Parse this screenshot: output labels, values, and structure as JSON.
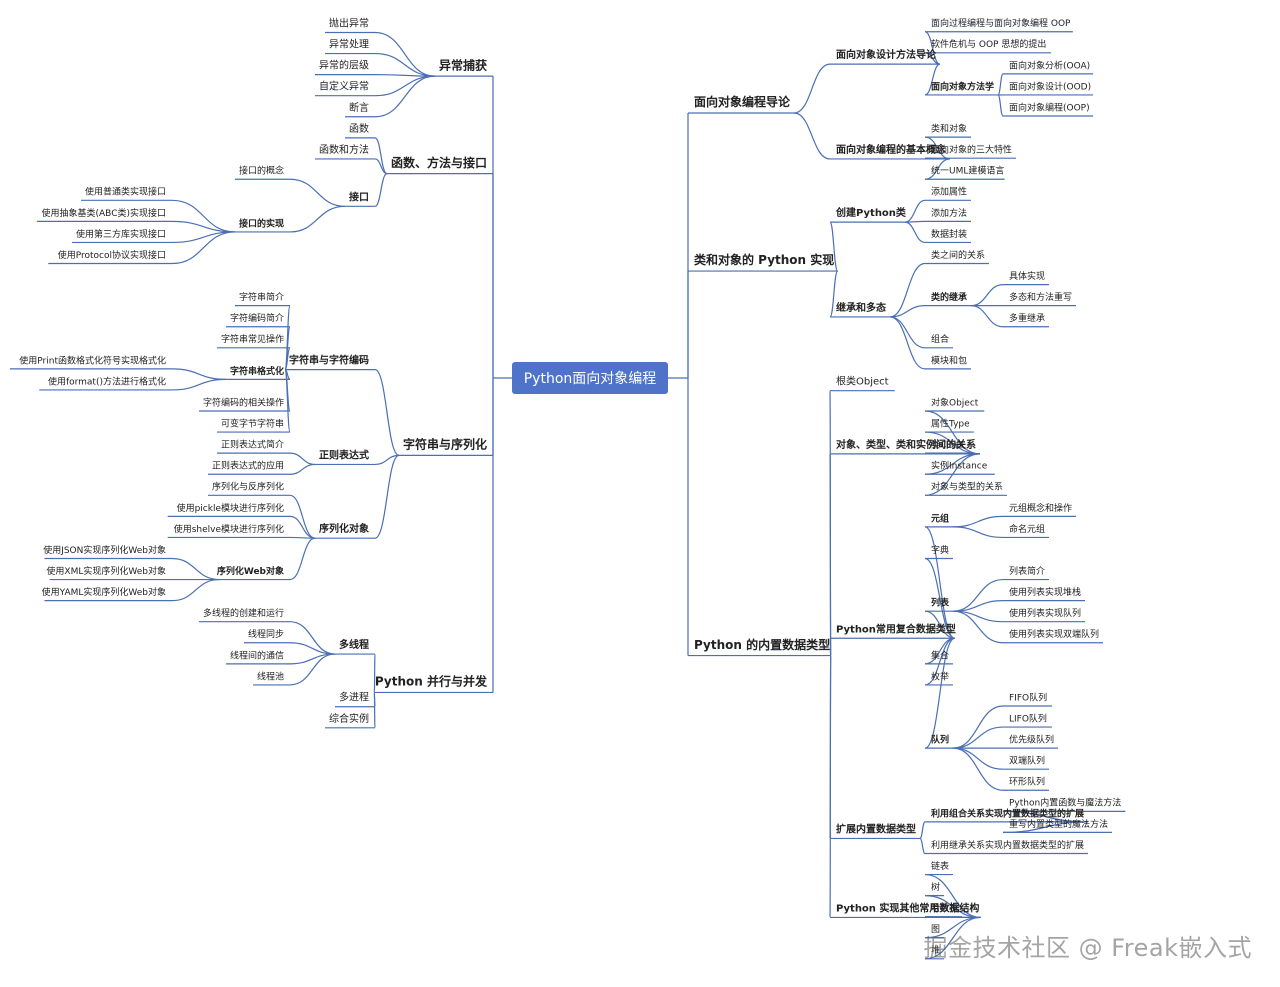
{
  "root": {
    "label": "Python面向对象编程"
  },
  "colors": {
    "root_fill": "#4e73c8",
    "link": "#4a6fb3",
    "text": "#333333"
  },
  "left": [
    {
      "label": "异常捕获",
      "children": [
        {
          "label": "抛出异常"
        },
        {
          "label": "异常处理"
        },
        {
          "label": "异常的层级"
        },
        {
          "label": "自定义异常"
        },
        {
          "label": "断言"
        }
      ]
    },
    {
      "label": "函数、方法与接口",
      "children": [
        {
          "label": "函数"
        },
        {
          "label": "函数和方法"
        },
        {
          "label": "接口",
          "children": [
            {
              "label": "接口的概念"
            },
            {
              "label": "接口的实现",
              "children": [
                {
                  "label": "使用普通类实现接口"
                },
                {
                  "label": "使用抽象基类(ABC类)实现接口"
                },
                {
                  "label": "使用第三方库实现接口"
                },
                {
                  "label": "使用Protocol协议实现接口"
                }
              ]
            }
          ]
        }
      ]
    },
    {
      "label": "字符串与序列化",
      "children": [
        {
          "label": "字符串与字符编码",
          "children": [
            {
              "label": "字符串简介"
            },
            {
              "label": "字符编码简介"
            },
            {
              "label": "字符串常见操作"
            },
            {
              "label": "字符串格式化",
              "children": [
                {
                  "label": "使用Print函数格式化符号实现格式化"
                },
                {
                  "label": "使用format()方法进行格式化"
                }
              ]
            },
            {
              "label": "字符编码的相关操作"
            },
            {
              "label": "可变字节字符串"
            }
          ]
        },
        {
          "label": "正则表达式",
          "children": [
            {
              "label": "正则表达式简介"
            },
            {
              "label": "正则表达式的应用"
            }
          ]
        },
        {
          "label": "序列化对象",
          "children": [
            {
              "label": "序列化与反序列化"
            },
            {
              "label": "使用pickle模块进行序列化"
            },
            {
              "label": "使用shelve模块进行序列化"
            },
            {
              "label": "序列化Web对象",
              "children": [
                {
                  "label": "使用JSON实现序列化Web对象"
                },
                {
                  "label": "使用XML实现序列化Web对象"
                },
                {
                  "label": "使用YAML实现序列化Web对象"
                }
              ]
            }
          ]
        }
      ]
    },
    {
      "label": "Python 并行与并发",
      "children": [
        {
          "label": "多线程",
          "children": [
            {
              "label": "多线程的创建和运行"
            },
            {
              "label": "线程同步"
            },
            {
              "label": "线程间的通信"
            },
            {
              "label": "线程池"
            }
          ]
        },
        {
          "label": "多进程"
        },
        {
          "label": "综合实例"
        }
      ]
    }
  ],
  "right": [
    {
      "label": "面向对象编程导论",
      "children": [
        {
          "label": "面向对象设计方法导论",
          "children": [
            {
              "label": "面向过程编程与面向对象编程 OOP"
            },
            {
              "label": "软件危机与 OOP 思想的提出"
            },
            {
              "label": "面向对象方法学",
              "children": [
                {
                  "label": "面向对象分析(OOA)"
                },
                {
                  "label": "面向对象设计(OOD)"
                },
                {
                  "label": "面向对象编程(OOP)"
                }
              ]
            }
          ]
        },
        {
          "label": "面向对象编程的基本概念",
          "children": [
            {
              "label": "类和对象"
            },
            {
              "label": "面向对象的三大特性"
            },
            {
              "label": "统一UML建模语言"
            }
          ]
        }
      ]
    },
    {
      "label": "类和对象的 Python 实现",
      "children": [
        {
          "label": "创建Python类",
          "children": [
            {
              "label": "添加属性"
            },
            {
              "label": "添加方法"
            },
            {
              "label": "数据封装"
            }
          ]
        },
        {
          "label": "继承和多态",
          "children": [
            {
              "label": "类之间的关系"
            },
            {
              "label": "类的继承",
              "children": [
                {
                  "label": "具体实现"
                },
                {
                  "label": "多态和方法重写"
                },
                {
                  "label": "多重继承"
                }
              ]
            },
            {
              "label": "组合"
            },
            {
              "label": "模块和包"
            }
          ]
        }
      ]
    },
    {
      "label": "Python 的内置数据类型",
      "children": [
        {
          "label": "根类Object"
        },
        {
          "label": "对象、类型、类和实例间的关系",
          "children": [
            {
              "label": "对象Object"
            },
            {
              "label": "属性Type"
            },
            {
              "label": "类Class"
            },
            {
              "label": "实例Instance"
            },
            {
              "label": "对象与类型的关系"
            }
          ]
        },
        {
          "label": "Python常用复合数据类型",
          "children": [
            {
              "label": "元组",
              "children": [
                {
                  "label": "元组概念和操作"
                },
                {
                  "label": "命名元组"
                }
              ]
            },
            {
              "label": "字典"
            },
            {
              "label": "列表",
              "children": [
                {
                  "label": "列表简介"
                },
                {
                  "label": "使用列表实现堆栈"
                },
                {
                  "label": "使用列表实现队列"
                },
                {
                  "label": "使用列表实现双端队列"
                }
              ]
            },
            {
              "label": "集合"
            },
            {
              "label": "枚举"
            },
            {
              "label": "队列",
              "children": [
                {
                  "label": "FIFO队列"
                },
                {
                  "label": "LIFO队列"
                },
                {
                  "label": "优先级队列"
                },
                {
                  "label": "双端队列"
                },
                {
                  "label": "环形队列"
                }
              ]
            }
          ]
        },
        {
          "label": "扩展内置数据类型",
          "children": [
            {
              "label": "利用组合关系实现内置数据类型的扩展",
              "children": [
                {
                  "label": "Python内置函数与魔法方法"
                },
                {
                  "label": "重写内置类型的魔法方法"
                }
              ]
            },
            {
              "label": "利用继承关系实现内置数据类型的扩展"
            }
          ]
        },
        {
          "label": "Python 实现其他常用数据结构",
          "children": [
            {
              "label": "链表"
            },
            {
              "label": "树"
            },
            {
              "label": "哈希表"
            },
            {
              "label": "图"
            },
            {
              "label": "堆"
            }
          ]
        }
      ]
    }
  ],
  "watermark": {
    "text": "掘金技术社区 @ Freak嵌入式"
  }
}
